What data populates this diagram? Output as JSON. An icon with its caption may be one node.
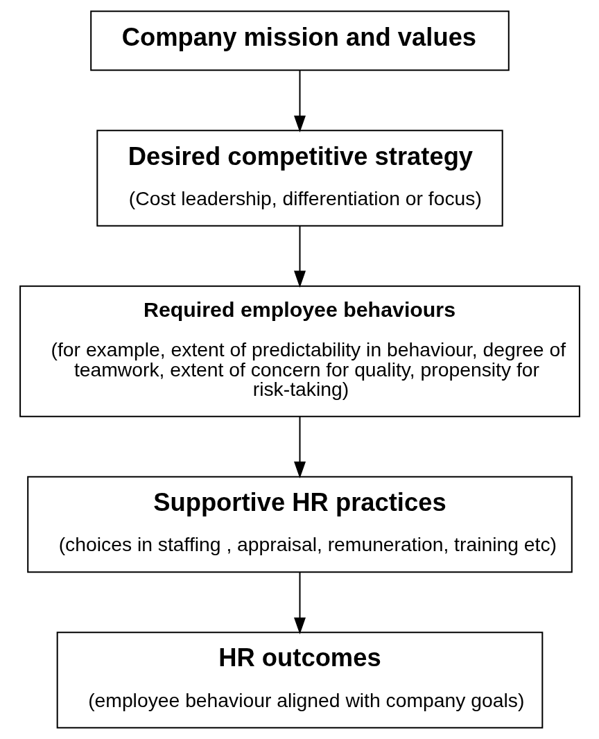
{
  "diagram": {
    "nodes": [
      {
        "text": [
          "Company mission and values"
        ]
      },
      {
        "text": [
          "Desired competitive strategy",
          "(Cost leadership, differentiation or focus)"
        ]
      },
      {
        "text": [
          "Required employee behaviours",
          "(for example, extent of predictability in behaviour, degree of teamwork, extent of concern for quality, propensity for risk-taking)"
        ]
      },
      {
        "text": [
          "Supportive HR practices",
          "(choices in staffing , appraisal, remuneration, training etc)"
        ]
      },
      {
        "text": [
          "HR outcomes",
          "(employee behaviour aligned with company goals)"
        ]
      }
    ],
    "edges": [
      {
        "from": 0,
        "to": 1,
        "arrow": "to"
      },
      {
        "from": 1,
        "to": 2,
        "arrow": "to"
      },
      {
        "from": 2,
        "to": 3,
        "arrow": "to"
      },
      {
        "from": 3,
        "to": 4,
        "arrow": "to"
      }
    ]
  }
}
